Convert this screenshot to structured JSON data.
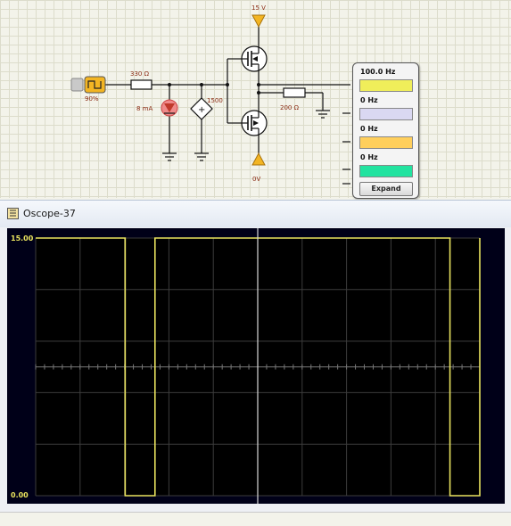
{
  "circuit": {
    "supply_label": "15 V",
    "ground_label": "0V",
    "r1_label": "330 Ω",
    "duty_label": "90%",
    "led_current_label": "8 mA",
    "gain_label": "1500",
    "r2_label": "200 Ω"
  },
  "probe_panel": {
    "channels": [
      {
        "freq": "100.0 Hz",
        "color": "#f0ee5a"
      },
      {
        "freq": "0 Hz",
        "color": "#dad8f2"
      },
      {
        "freq": "0 Hz",
        "color": "#ffcf5c"
      },
      {
        "freq": "0 Hz",
        "color": "#22e3a0"
      }
    ],
    "expand_label": "Expand"
  },
  "scope": {
    "title": "Oscope-37",
    "y_max_label": "15.00",
    "y_min_label": "0.00",
    "trace_color": "#e9e35e"
  },
  "chart_data": {
    "type": "line",
    "series": [
      {
        "x": [
          0,
          2.7,
          2.7,
          3.6,
          3.6,
          12.5,
          12.5,
          13.4,
          13.4
        ],
        "values": [
          15,
          15,
          0,
          0,
          15,
          15,
          0,
          0,
          15
        ]
      }
    ],
    "ylim": [
      0,
      15
    ],
    "xlim": [
      0,
      13.4
    ],
    "grid": true
  }
}
